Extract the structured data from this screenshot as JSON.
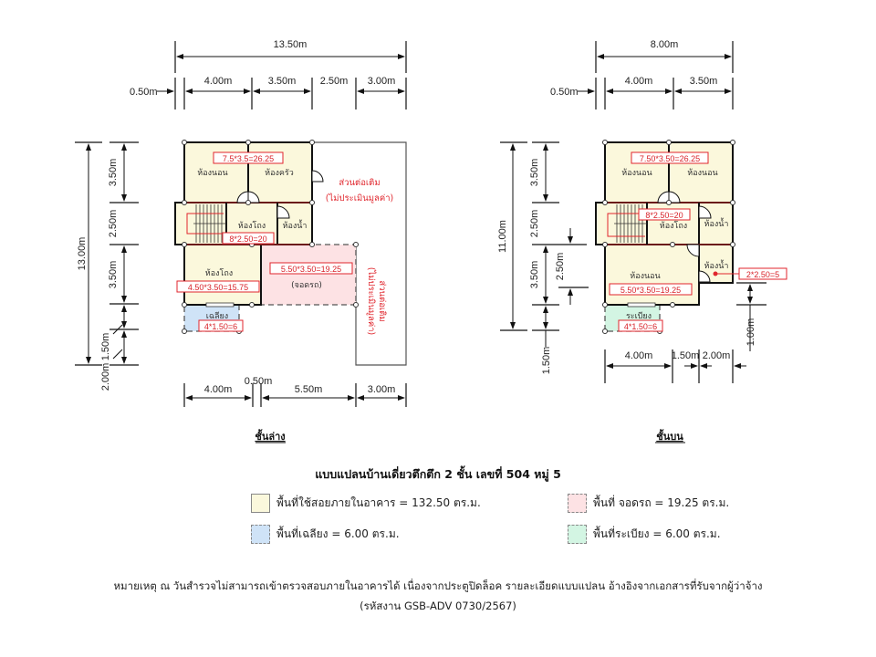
{
  "colors": {
    "indoor_fill": "#fbf8dc",
    "porch_fill": "#cfe3f7",
    "parking_fill": "#fde2e4",
    "balcony_fill": "#d3f5e3",
    "annotation_red": "#e0262d",
    "wall": "#111111"
  },
  "ground_floor": {
    "label": "ชั้นล่าง",
    "dims_top": {
      "total": "13.50m",
      "offset": "0.50m",
      "segments": [
        "4.00m",
        "3.50m",
        "2.50m",
        "3.00m"
      ]
    },
    "dims_left": {
      "total": "13.00m",
      "segments": [
        "3.50m",
        "2.50m",
        "3.50m",
        "1.50m",
        "2.00m"
      ]
    },
    "dims_bottom": {
      "segments": [
        "4.00m",
        "0.50m",
        "5.50m",
        "3.00m"
      ]
    },
    "rooms": {
      "bedroom": "ห้องนอน",
      "kitchen": "ห้องครัว",
      "hall_upper": "ห้องโถง",
      "bathroom": "ห้องน้ำ",
      "hall_lower": "ห้องโถง",
      "carport": "(จอดรถ)",
      "porch": "เฉลียง"
    },
    "areas": {
      "top": "7.5*3.5=26.25",
      "stair": "8*2.50=20",
      "hall_lower": "4.50*3.50=15.75",
      "carport": "5.50*3.50=19.25",
      "porch": "4*1.50=6"
    },
    "extension_note_1": [
      "ส่วนต่อเติม",
      "(ไม่ประเมินมูลค่า)"
    ],
    "extension_note_2": [
      "ส่วนต่อเติม",
      "(ไม่ประเมินมูลค่า)"
    ]
  },
  "upper_floor": {
    "label": "ชั้นบน",
    "dims_top": {
      "total": "8.00m",
      "offset": "0.50m",
      "segments": [
        "4.00m",
        "3.50m"
      ]
    },
    "dims_left": {
      "total": "11.00m",
      "segments": [
        "3.50m",
        "2.50m",
        "3.50m",
        "1.50m"
      ],
      "inner": "2.50m"
    },
    "dims_bottom": {
      "segments": [
        "4.00m",
        "1.50m",
        "2.00m"
      ]
    },
    "dims_right": {
      "value": "1.00m"
    },
    "rooms": {
      "bedroom_1": "ห้องนอน",
      "bedroom_2": "ห้องนอน",
      "hall": "ห้องโถง",
      "bathroom_1": "ห้องน้ำ",
      "bedroom_3": "ห้องนอน",
      "bathroom_2": "ห้องน้ำ",
      "balcony": "ระเบียง"
    },
    "areas": {
      "top": "7.50*3.50=26.25",
      "stair": "8*2.50=20",
      "bedroom_3": "5.50*3.50=19.25",
      "bathroom_2": "2*2.50=5",
      "balcony": "4*1.50=6"
    }
  },
  "title": "แบบแปลนบ้านเดี่ยวตึกตึก 2 ชั้น เลขที่ 504 หมู่ 5",
  "legend": [
    {
      "label": "พื้นที่ใช้สอยภายในอาคาร  = 132.50 ตร.ม.",
      "style": "indoor"
    },
    {
      "label": "พื้นที่ จอดรถ  = 19.25 ตร.ม.",
      "style": "parking"
    },
    {
      "label": "พื้นที่เฉลียง  = 6.00 ตร.ม.",
      "style": "porch"
    },
    {
      "label": "พื้นที่ระเบียง  = 6.00 ตร.ม.",
      "style": "balcony"
    }
  ],
  "note": "หมายเหตุ ณ วันสำรวจไม่สามารถเข้าตรวจสอบภายในอาคารได้ เนื่องจากประตูปิดล็อค รายละเอียดแบบแปลน อ้างอิงจากเอกสารที่รับจากผู้ว่าจ้าง",
  "job_code": "(รหัสงาน GSB-ADV  0730/2567)"
}
